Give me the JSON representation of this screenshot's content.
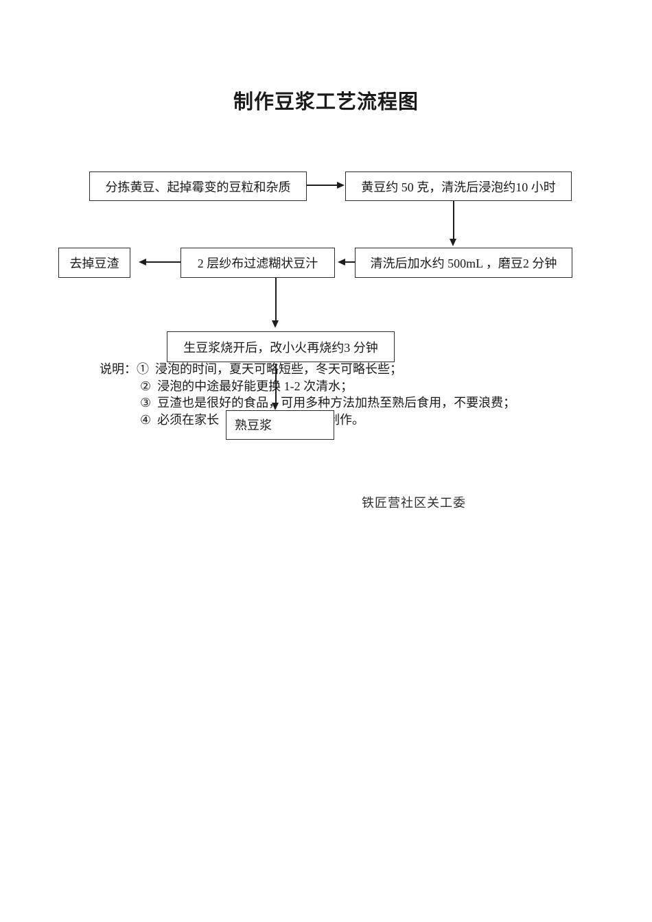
{
  "document": {
    "title": "制作豆浆工艺流程图",
    "footer": "铁匠营社区关工委"
  },
  "flowchart": {
    "boxes": [
      {
        "label": "分拣黄豆、起掉霉变的豆粒和杂质"
      },
      {
        "label": "黄豆约 50 克，清洗后浸泡约10 小时"
      },
      {
        "label": "清洗后加水约 500mL ，磨豆2 分钟"
      },
      {
        "label": "2 层纱布过滤糊状豆汁"
      },
      {
        "label": "去掉豆渣"
      },
      {
        "label": "生豆浆烧开后，改小火再烧约3 分钟"
      },
      {
        "label": "熟豆浆"
      }
    ]
  },
  "notes": {
    "heading": "说明：",
    "items": [
      {
        "marker": "①",
        "text": "浸泡的时间，夏天可略短些，冬天可略长些；"
      },
      {
        "marker": "②",
        "text": "浸泡的中途最好能更换 1-2 次清水；"
      },
      {
        "marker": "③",
        "text": "豆渣也是很好的食品，可用多种方法加热至熟后食用，不要浪费；"
      },
      {
        "marker": "④",
        "text": "必须在家长",
        "text_end": "制作。"
      }
    ]
  },
  "colors": {
    "ink": "#1a1a1a",
    "border": "#2b2b2b",
    "background": "#ffffff"
  }
}
